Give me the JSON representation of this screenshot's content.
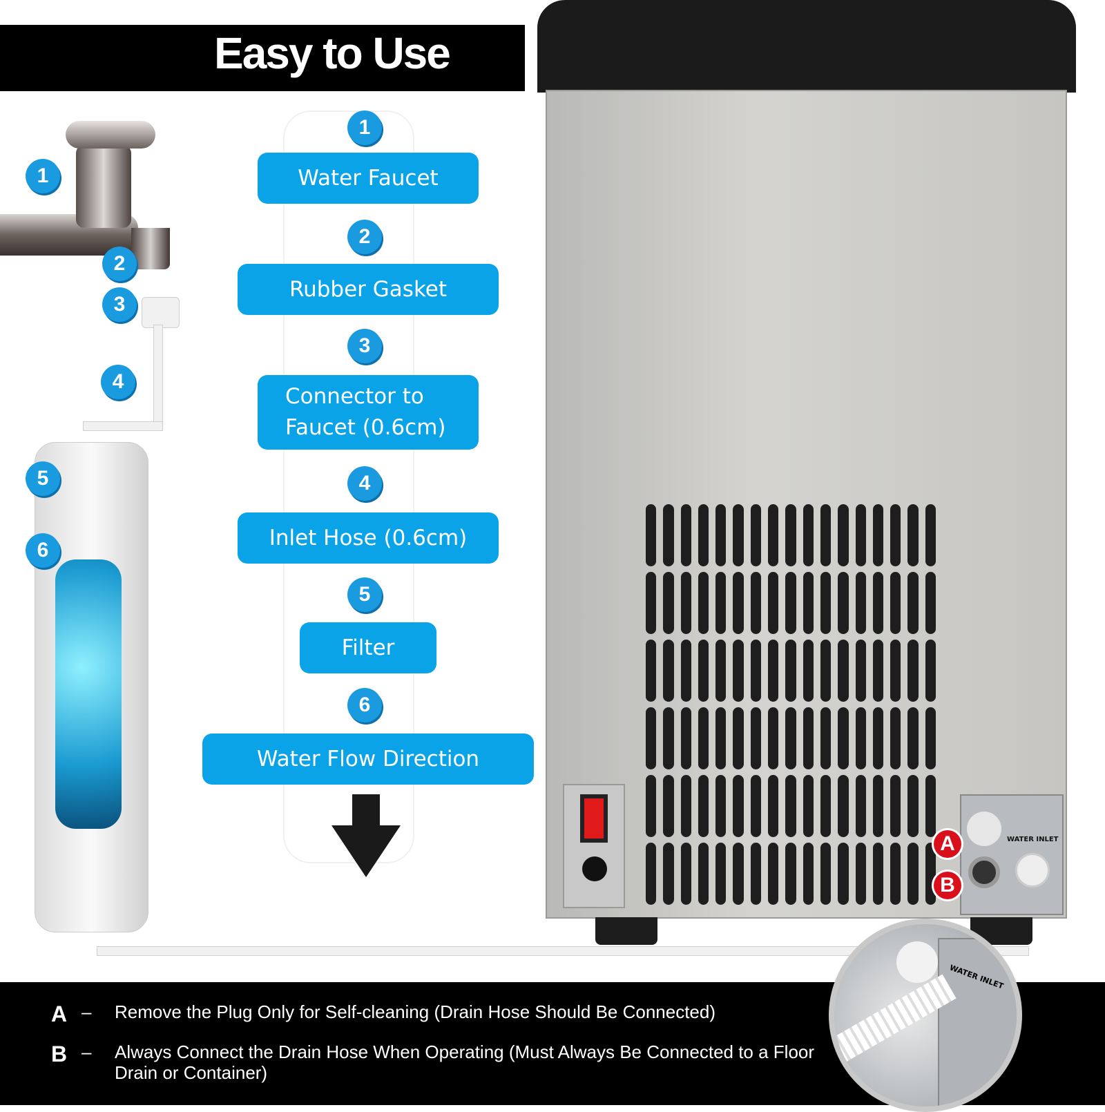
{
  "title": "Easy to Use",
  "steps": [
    {
      "num": "1",
      "label": "Water Faucet"
    },
    {
      "num": "2",
      "label": "Rubber Gasket"
    },
    {
      "num": "3",
      "label": "Connector to Faucet (0.6cm)"
    },
    {
      "num": "4",
      "label": "Inlet Hose (0.6cm)"
    },
    {
      "num": "5",
      "label": "Filter"
    },
    {
      "num": "6",
      "label": "Water Flow Direction"
    }
  ],
  "ports": {
    "a": "A",
    "b": "B",
    "inlet_label": "WATER INLET"
  },
  "notes": [
    {
      "key": "A",
      "dash": "–",
      "text": "Remove the Plug Only for Self-cleaning (Drain Hose Should Be Connected)"
    },
    {
      "key": "B",
      "dash": "–",
      "text": "Always Connect the Drain Hose When Operating (Must Always Be Connected to a Floor Drain or Container)"
    }
  ],
  "inset_label": "WATER INLET",
  "colors": {
    "accent": "#0aa3e8",
    "badge_red": "#d90f1c",
    "band": "#000000"
  }
}
